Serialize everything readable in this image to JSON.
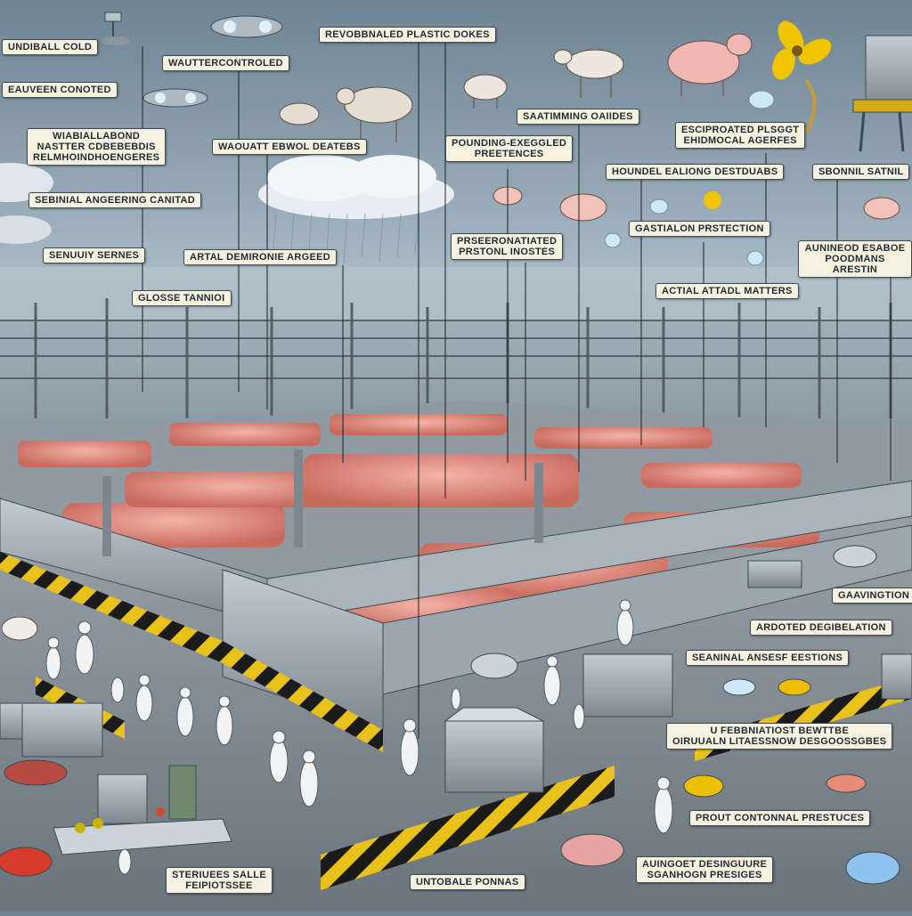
{
  "labels": {
    "l01": "UNDIBALL COLD",
    "l02": "EAUVEEN CONOTED",
    "l03": "WAUTTERCONTROLED",
    "l04": "REVOBBNALED PLASTIC DOKES",
    "l05": "WIABIALLABOND\nNASTTER CDBEBEBDIS\nRELMHOINDHOENGERES",
    "l06": "WAOUATT EBWOL DEATEBS",
    "l07": "SAATIMMING OAIIDES",
    "l08": "ESCIPROATED PLSGGT\nEHIDMOCAL AGERFES",
    "l09": "POUNDING-EXEGGLED\nPREETENCES",
    "l10": "HOUNDEL EALIONG DESTDUABS",
    "l11": "SBONNIL SATNIL",
    "l12": "SEBINIAL ANGEERING CANITAD",
    "l13": "SENUUIY SERNES",
    "l14": "ARTAL DEMIRONIE ARGEED",
    "l15": "PRSEERONATIATED\nPRSTONL INOSTES",
    "l16": "GASTIALON PRSTECTION",
    "l17": "AUNINEOD ESABOE\nPOODMANS ARESTIN",
    "l18": "GLOSSE TANNIOI",
    "l19": "ACTIAL ATTADL MATTERS",
    "l20": "GAAVINGTION",
    "l21": "ARDOTED DEGIBELATION",
    "l22": "SEANINAL ANSESF EESTIONS",
    "l23": "U FEBBNIATIOST BEWTTBE\nOIRUUALN LITAESSNOW DESGOOSSGBES",
    "l24": "PROUT CONTONNAL PRESTUCES",
    "l25": "STERIUEES SALLE\nFEIPIOTSSEE",
    "l26": "UNTOBALE PONNAS",
    "l27": "AUINGOET DESINGUURE\nSGANHOGN PRESIGES"
  },
  "colors": {
    "steel": "#9aa5ad",
    "meat": "#e48a7f",
    "hazard_yellow": "#e8c21a",
    "hazard_black": "#1b1b1b",
    "sky": "#7f95a6"
  },
  "icons": [
    "drone-icon",
    "cow-icon",
    "pig-icon",
    "flower-icon",
    "water-tank-icon",
    "cloud-icon",
    "worker-icon",
    "tray-icon"
  ]
}
